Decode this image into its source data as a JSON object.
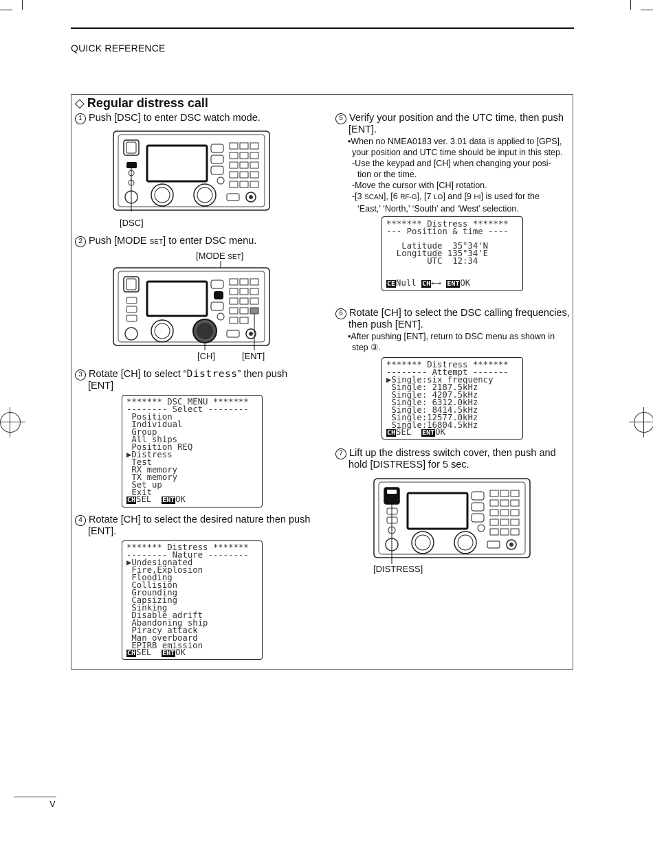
{
  "page": {
    "section_label": "QUICK REFERENCE",
    "page_number": "V"
  },
  "heading": {
    "diamond": "◇",
    "title": "Regular distress call"
  },
  "steps": {
    "s1": {
      "num": "1",
      "text": "Push [DSC] to enter DSC watch mode."
    },
    "s2": {
      "num": "2",
      "pre": "Push [MODE ",
      "small": "SET",
      "post": "] to enter DSC menu."
    },
    "s3": {
      "num": "3",
      "pre": "Rotate [CH] to select “",
      "word": "Distress",
      "post": "” then push",
      "line2": "[ENT]"
    },
    "s4": {
      "num": "4",
      "line1": "Rotate [CH] to select the desired nature then push",
      "line2": "[ENT]."
    },
    "s5": {
      "num": "5",
      "line1": "Verify your position and the UTC time, then push",
      "line2": "[ENT]."
    },
    "s6": {
      "num": "6",
      "line1": "Rotate [CH] to select the DSC calling frequencies,",
      "line2": "then push [ENT]."
    },
    "s7": {
      "num": "7",
      "line1": "Lift up the distress switch cover, then push and",
      "line2": "hold [DISTRESS] for 5 sec."
    }
  },
  "notes": {
    "n5_1": "•When no NMEA0183 ver. 3.01 data is applied to [GPS],",
    "n5_2": "your position and UTC time should be input in this step.",
    "n5_3": "-Use the keypad and [CH] when changing your posi-",
    "n5_4": "tion or the time.",
    "n5_5": "-Move the cursor with [CH] rotation.",
    "n5_6a": "-[3 ",
    "n5_6b": "SCAN",
    "n5_6c": "], [6 ",
    "n5_6d": "RF-G",
    "n5_6e": "], [7 ",
    "n5_6f": "LO",
    "n5_6g": "] and [9 ",
    "n5_6h": "HI",
    "n5_6i": "] is used for the",
    "n5_7": "‘East,’ ‘North,’ ‘South’ and ‘West’ selection.",
    "n6_1": "•After pushing [ENT], return to DSC menu as shown in",
    "n6_2": "step ③."
  },
  "labels": {
    "dsc": "[DSC]",
    "mode_pre": "[MODE ",
    "mode_small": "SET",
    "mode_post": "]",
    "ch": "[CH]",
    "ent": "[ENT]",
    "distress": "[DISTRESS]"
  },
  "lcd_menu": {
    "lines": [
      "******* DSC MENU *******",
      "-------- Select --------",
      " Position",
      " Individual",
      " Group",
      " All ships",
      " Position REQ",
      "▶Distress",
      " Test",
      " RX memory",
      " TX memory",
      " Set up",
      " Exit"
    ],
    "key1": "CH",
    "key1_text": "SEL  ",
    "key2": "ENT",
    "key2_text": "OK"
  },
  "lcd_nature": {
    "lines": [
      "******* Distress *******",
      "-------- Nature --------",
      "▶Undesignated",
      " Fire,Explosion",
      " Flooding",
      " Collision",
      " Grounding",
      " Capsizing",
      " Sinking",
      " Disable adrift",
      " Abandoning ship",
      " Piracy attack",
      " Man overboard",
      " EPIRB emission"
    ],
    "key1": "CH",
    "key1_text": "SEL  ",
    "key2": "ENT",
    "key2_text": "OK"
  },
  "lcd_position": {
    "lines": [
      "******* Distress *******",
      "--- Position & time ----",
      "",
      "   Latitude  35°34'N",
      "  Longitude 135°34'E",
      "        UTC  12:34"
    ],
    "key1": "CE",
    "key1_text": "Null ",
    "key2": "CH",
    "key2_text": "←→ ",
    "key3": "ENT",
    "key3_text": "OK"
  },
  "lcd_attempt": {
    "lines": [
      "******* Distress *******",
      "-------- Attempt -------",
      "▶Single:six frequency",
      " Single: 2187.5kHz",
      " Single: 4207.5kHz",
      " Single: 6312.0kHz",
      " Single: 8414.5kHz",
      " Single:12577.0kHz",
      " Single:16804.5kHz"
    ],
    "key1": "CH",
    "key1_text": "SEL  ",
    "key2": "ENT",
    "key2_text": "OK"
  }
}
